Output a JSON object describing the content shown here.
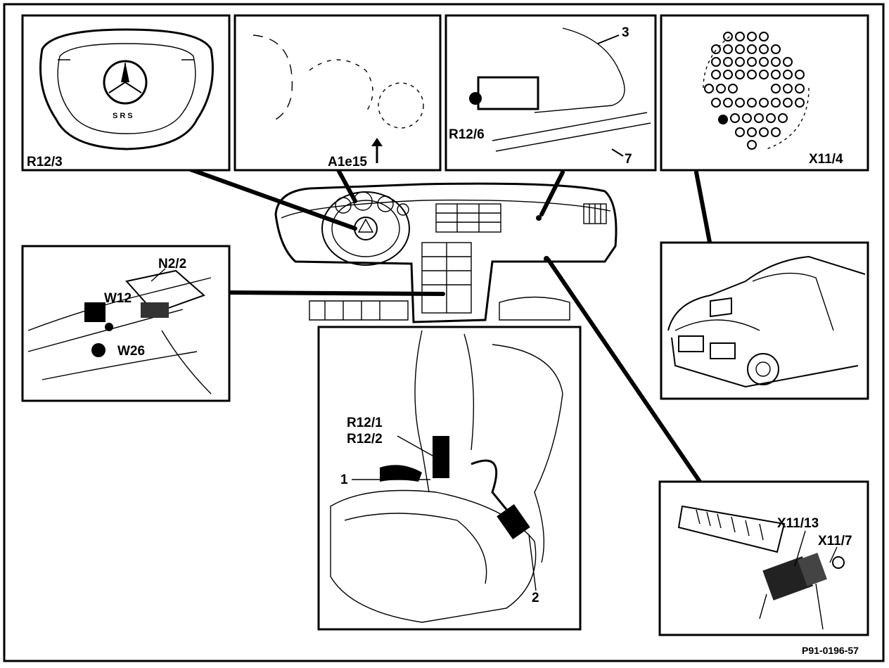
{
  "panels": {
    "steering_wheel_airbag": {
      "label": "R12/3",
      "emblem_text": "SRS"
    },
    "instrument_cluster": {
      "label": "A1e15"
    },
    "passenger_airbag": {
      "label": "R12/6",
      "callouts": [
        "3",
        "7"
      ]
    },
    "diagnostic_socket": {
      "label": "X11/4"
    },
    "control_unit": {
      "labels": [
        "N2/2",
        "W12",
        "W26"
      ]
    },
    "seat_belt_tensioner": {
      "labels": [
        "R12/1",
        "R12/2"
      ],
      "callouts": [
        "1",
        "2"
      ]
    },
    "fuse_box_connectors": {
      "labels": [
        "X11/13",
        "X11/7"
      ]
    }
  },
  "figure_ref": "P91-0196-57"
}
